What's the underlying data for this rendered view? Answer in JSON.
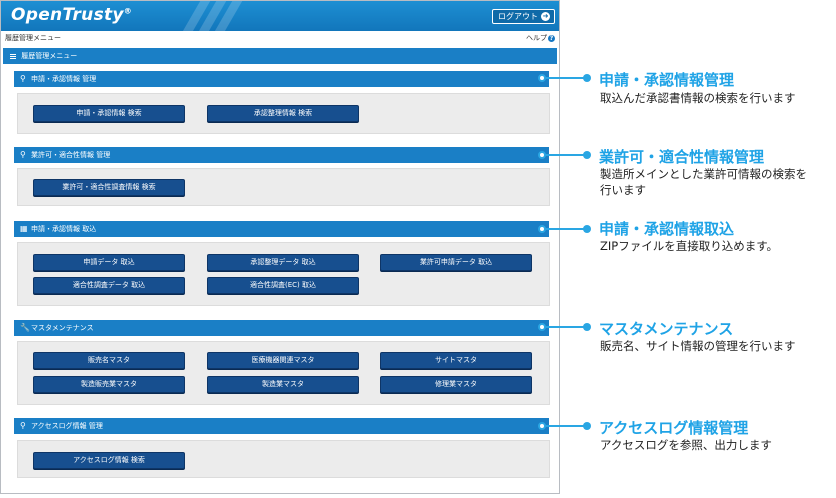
{
  "header": {
    "logo": "OpenTrusty",
    "logo_mark": "®",
    "logout_label": "ログアウト"
  },
  "subbar": {
    "breadcrumb": "履歴管理メニュー",
    "help_label": "ヘルプ"
  },
  "menubar": {
    "title": "履歴管理メニュー"
  },
  "sections": [
    {
      "title": "申請・承認情報 管理",
      "icon": "search-icon",
      "buttons": [
        "申請・承認情報 検索",
        "承認整理情報 検索"
      ]
    },
    {
      "title": "業許可・適合性情報 管理",
      "icon": "search-icon",
      "buttons": [
        "業許可・適合性調査情報 検索"
      ]
    },
    {
      "title": "申請・承認情報 取込",
      "icon": "import-icon",
      "buttons": [
        "申請データ 取込",
        "承認整理データ 取込",
        "業許可申請データ 取込",
        "適合性調査データ 取込",
        "適合性調査(EC) 取込"
      ]
    },
    {
      "title": "マスタメンテナンス",
      "icon": "wrench-icon",
      "buttons": [
        "販売名マスタ",
        "医療機器関連マスタ",
        "サイトマスタ",
        "製造販売業マスタ",
        "製造業マスタ",
        "修理業マスタ"
      ]
    },
    {
      "title": "アクセスログ情報 管理",
      "icon": "search-icon",
      "buttons": [
        "アクセスログ情報 検索"
      ]
    }
  ],
  "annotations": [
    {
      "title": "申請・承認情報管理",
      "desc": [
        "取込んだ承認書情報の検索を行います"
      ]
    },
    {
      "title": "業許可・適合性情報管理",
      "desc": [
        "製造所メインとした業許可情報の検索を",
        "行います"
      ]
    },
    {
      "title": "申請・承認情報取込",
      "desc": [
        "ZIPファイルを直接取り込めます。"
      ]
    },
    {
      "title": "マスタメンテナンス",
      "desc": [
        "販売名、サイト情報の管理を行います"
      ]
    },
    {
      "title": "アクセスログ情報管理",
      "desc": [
        "アクセスログを参照、出力します"
      ]
    }
  ],
  "colors": {
    "accent": "#1a7fc6",
    "button": "#174f8f",
    "annotation": "#1fa3e6",
    "panel": "#ececec"
  }
}
